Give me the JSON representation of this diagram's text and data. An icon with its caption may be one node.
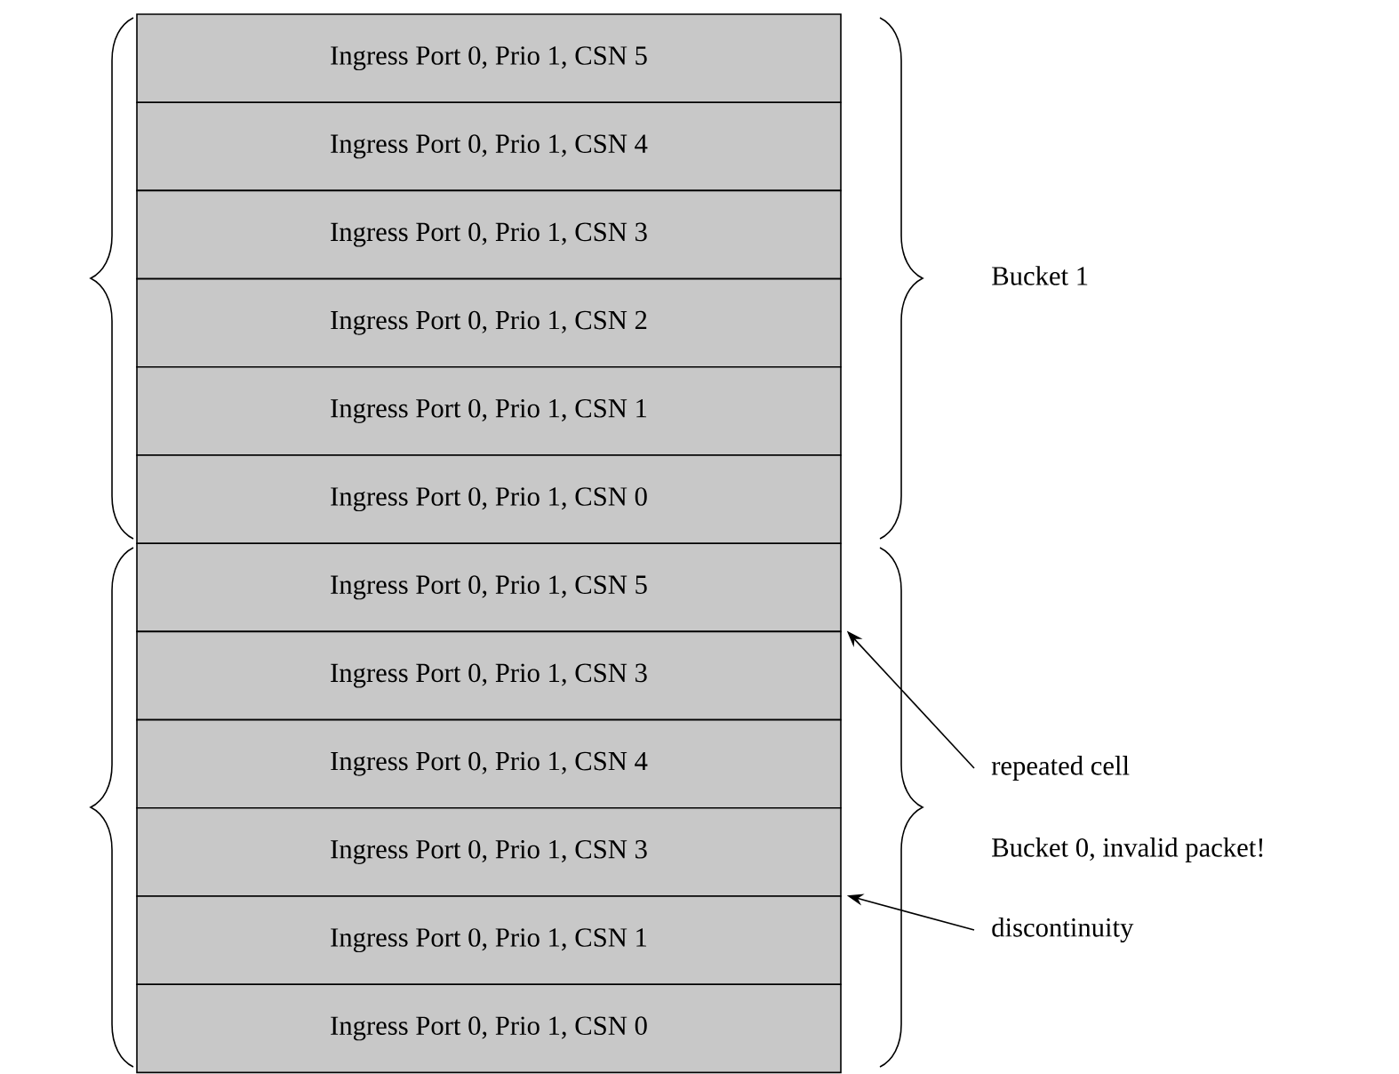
{
  "diagram": {
    "nodes": [
      {
        "text": [
          "Ingress Port 0, Prio 1, CSN 5"
        ]
      },
      {
        "text": [
          "Ingress Port 0, Prio 1, CSN 4"
        ]
      },
      {
        "text": [
          "Ingress Port 0, Prio 1, CSN 3"
        ]
      },
      {
        "text": [
          "Ingress Port 0, Prio 1, CSN 2"
        ]
      },
      {
        "text": [
          "Ingress Port 0, Prio 1, CSN 1"
        ]
      },
      {
        "text": [
          "Ingress Port 0, Prio 1, CSN 0"
        ]
      },
      {
        "text": [
          "Ingress Port 0, Prio 1, CSN 5"
        ]
      },
      {
        "text": [
          "Ingress Port 0, Prio 1, CSN 3"
        ]
      },
      {
        "text": [
          "Ingress Port 0, Prio 1, CSN 4"
        ]
      },
      {
        "text": [
          "Ingress Port 0, Prio 1, CSN 3"
        ]
      },
      {
        "text": [
          "Ingress Port 0, Prio 1, CSN 1"
        ]
      },
      {
        "text": [
          "Ingress Port 0, Prio 1, CSN 0"
        ]
      },
      {
        "text": [
          "repeated cell"
        ]
      },
      {
        "text": [
          "discontinuity"
        ]
      }
    ],
    "edges": [
      {
        "from": 12,
        "to": 7,
        "arrow": "to"
      },
      {
        "from": 13,
        "to": 10,
        "arrow": "to"
      }
    ],
    "labels": [
      "Bucket 1",
      "Bucket 0, invalid packet!"
    ]
  }
}
